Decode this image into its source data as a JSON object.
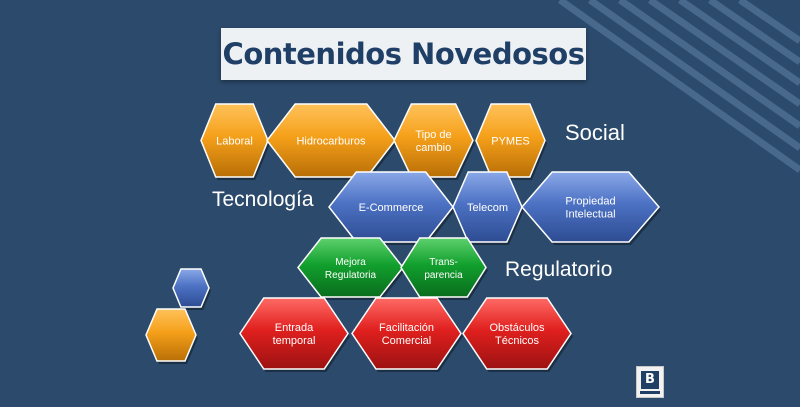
{
  "title": "Contenidos Novedosos",
  "categories": {
    "social": "Social",
    "tecnologia": "Tecnología",
    "regulatorio": "Regulatorio"
  },
  "colors": {
    "background": "#2c4a6b",
    "orange": "#f5a01a",
    "blue": "#4d72c4",
    "green": "#12a02e",
    "red": "#e0201e"
  },
  "hexagons": [
    {
      "id": "laboral",
      "lines": [
        "Laboral"
      ],
      "color": "orange"
    },
    {
      "id": "hidrocarburos",
      "lines": [
        "Hidrocarburos"
      ],
      "color": "orange"
    },
    {
      "id": "tipo-de-cambio",
      "lines": [
        "Tipo de",
        "cambio"
      ],
      "color": "orange"
    },
    {
      "id": "pymes",
      "lines": [
        "PYMES"
      ],
      "color": "orange"
    },
    {
      "id": "e-commerce",
      "lines": [
        "E-Commerce"
      ],
      "color": "blue"
    },
    {
      "id": "telecom",
      "lines": [
        "Telecom"
      ],
      "color": "blue"
    },
    {
      "id": "propiedad-intelectual",
      "lines": [
        "Propiedad",
        "Intelectual"
      ],
      "color": "blue"
    },
    {
      "id": "mejora-regulatoria",
      "lines": [
        "Mejora",
        "Regulatoria"
      ],
      "color": "green"
    },
    {
      "id": "transparencia",
      "lines": [
        "Trans-",
        "parencia"
      ],
      "color": "green"
    },
    {
      "id": "entrada-temporal",
      "lines": [
        "Entrada",
        "temporal"
      ],
      "color": "red"
    },
    {
      "id": "facilitacion-comercial",
      "lines": [
        "Facilitación",
        "Comercial"
      ],
      "color": "red"
    },
    {
      "id": "obstaculos-tecnicos",
      "lines": [
        "Obstáculos",
        "Técnicos"
      ],
      "color": "red"
    },
    {
      "id": "decor-blue-small",
      "lines": [],
      "color": "blue"
    },
    {
      "id": "decor-orange-small",
      "lines": [],
      "color": "orange"
    }
  ],
  "logo_icon": "building-logo-icon"
}
